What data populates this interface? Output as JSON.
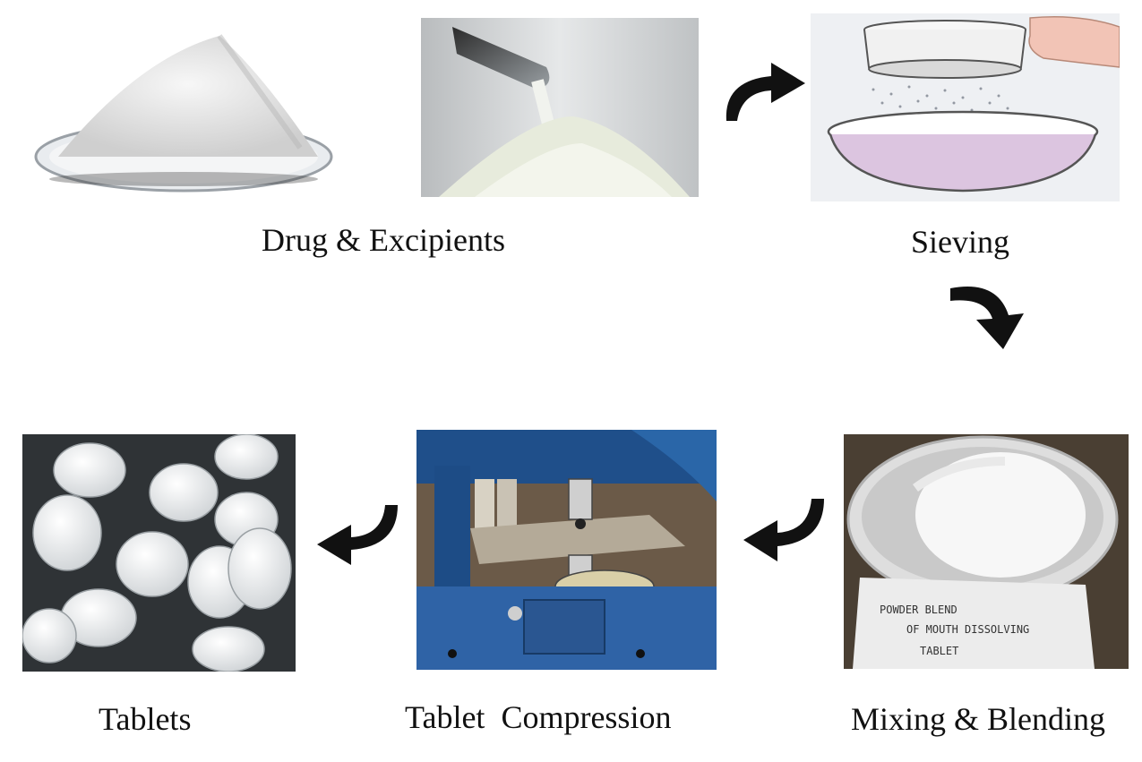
{
  "steps": [
    {
      "id": "drug-excipients",
      "label": "Drug & Excipients"
    },
    {
      "id": "sieving",
      "label": "Sieving"
    },
    {
      "id": "mixing-blending",
      "label": "Mixing & Blending"
    },
    {
      "id": "tablet-compression",
      "label": "Tablet  Compression"
    },
    {
      "id": "tablets",
      "label": "Tablets"
    }
  ],
  "note": {
    "line1": "POWDER BLEND",
    "line2": "OF MOUTH DISSOLVING",
    "line3": "TABLET"
  },
  "arrows": [
    {
      "from": "drug-excipients",
      "to": "sieving",
      "icon": "curved-arrow-right-icon"
    },
    {
      "from": "sieving",
      "to": "mixing-blending",
      "icon": "curved-arrow-down-icon"
    },
    {
      "from": "mixing-blending",
      "to": "tablet-compression",
      "icon": "curved-arrow-left-icon"
    },
    {
      "from": "tablet-compression",
      "to": "tablets",
      "icon": "curved-arrow-left-icon"
    }
  ]
}
